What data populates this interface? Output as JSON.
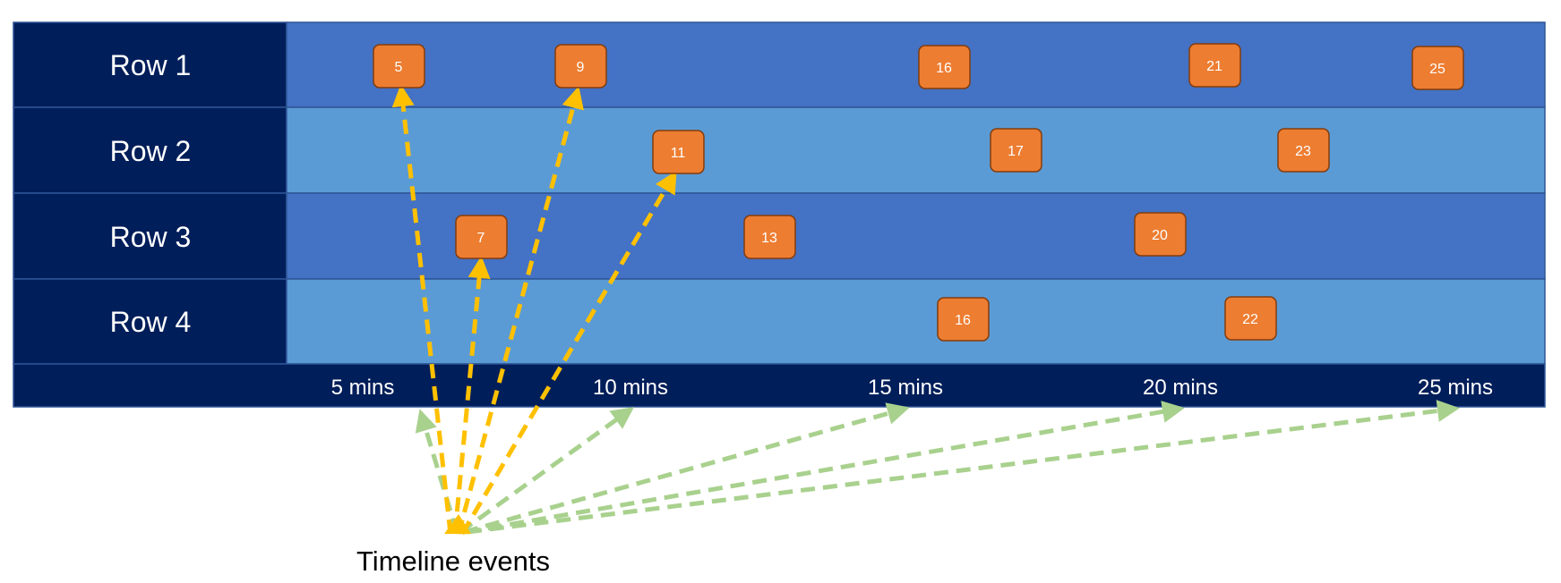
{
  "colors": {
    "header_bg": "#001e5a",
    "row_dark": "#4472c4",
    "row_light": "#5b9bd5",
    "grid_line": "#2f5597",
    "event_fill": "#ed7d31",
    "event_stroke": "#843c0c",
    "arrow_event": "#ffc000",
    "arrow_axis": "#a9d18e"
  },
  "rows": [
    {
      "label": "Row 1",
      "events": [
        "5",
        "9",
        "16",
        "21",
        "25"
      ]
    },
    {
      "label": "Row 2",
      "events": [
        "11",
        "17",
        "23"
      ]
    },
    {
      "label": "Row 3",
      "events": [
        "7",
        "13",
        "20"
      ]
    },
    {
      "label": "Row 4",
      "events": [
        "16",
        "22"
      ]
    }
  ],
  "axis": {
    "ticks": [
      "5 mins",
      "10 mins",
      "15 mins",
      "20 mins",
      "25 mins"
    ]
  },
  "caption": "Timeline events",
  "icons": {
    "arrow_head": "triangle-arrowhead"
  }
}
